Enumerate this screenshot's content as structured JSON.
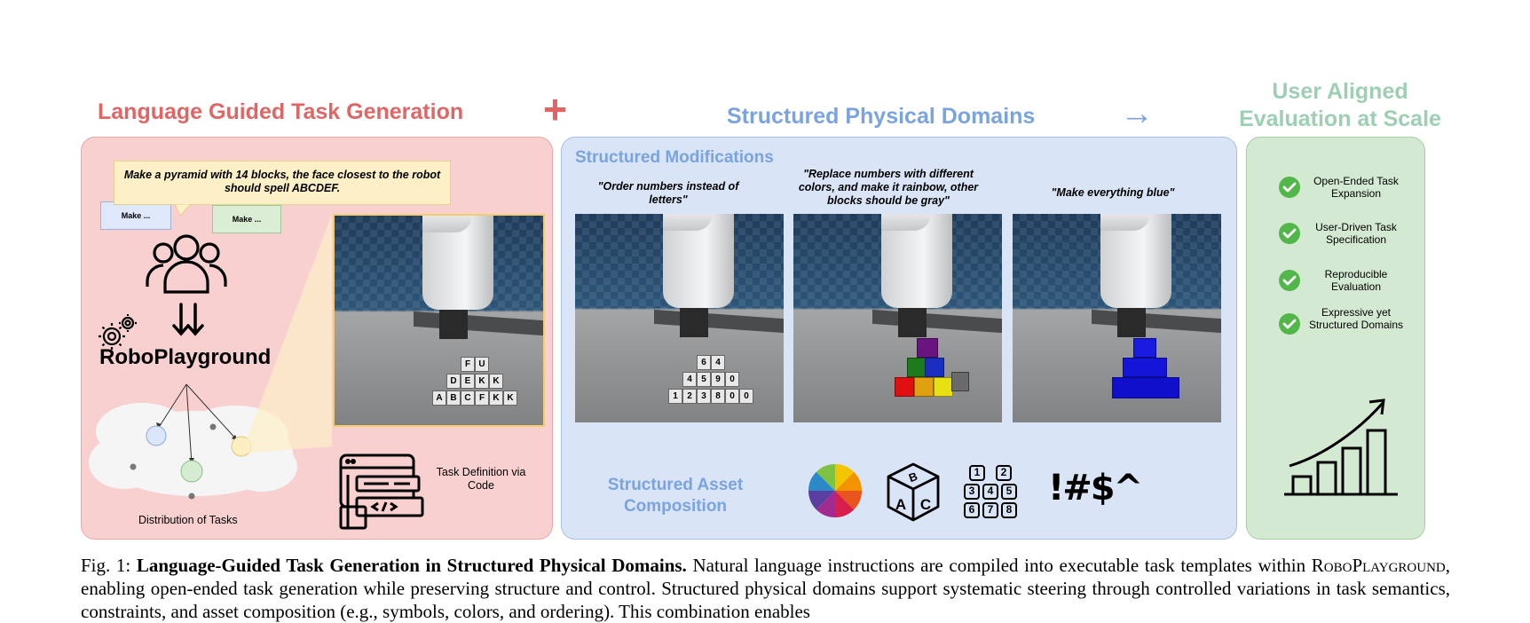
{
  "figure": {
    "titles": {
      "left": "Language Guided Task Generation",
      "plus": "+",
      "middle": "Structured Physical Domains",
      "arrow": "→",
      "right_line1": "User Aligned",
      "right_line2": "Evaluation at Scale"
    },
    "left_panel": {
      "prompt": "Make a pyramid with 14 blocks, the face closest to the robot should spell ABCDEF.",
      "bubble_left": "Make ...",
      "bubble_right": "Make ...",
      "brand": "RoboPlayground",
      "distribution_label": "Distribution of Tasks",
      "code_label": "Task Definition via Code",
      "pyramid_letters": [
        "F",
        "U",
        "D",
        "E",
        "K",
        "K",
        "A",
        "B",
        "C",
        "F",
        "K",
        "K"
      ]
    },
    "middle_panel": {
      "section_title": "Structured Modifications",
      "quotes": [
        "\"Order numbers instead of letters\"",
        "\"Replace numbers with different colors, and make it rainbow, other blocks should be gray\"",
        "\"Make everything blue\""
      ],
      "number_blocks": [
        "6",
        "4",
        "4",
        "5",
        "9",
        "0",
        "1",
        "2",
        "3",
        "8",
        "0",
        "0"
      ],
      "asset_title": "Structured Asset Composition",
      "asset_icons": [
        "color-wheel-icon",
        "abc-cube-icon",
        "number-grid-icon",
        "symbols-icon"
      ],
      "number_grid": [
        "1",
        "2",
        "3",
        "4",
        "5",
        "6",
        "7",
        "8"
      ],
      "symbols_text": "!#$^"
    },
    "right_panel": {
      "features": [
        "Open-Ended Task Expansion",
        "User-Driven Task Specification",
        "Reproducible Evaluation",
        "Expressive yet Structured Domains"
      ]
    },
    "colors": {
      "left_bg": "#f9d0d0",
      "middle_bg": "#d9e5f7",
      "right_bg": "#d4e9d2",
      "left_title": "#e06666",
      "middle_title": "#7ba3de",
      "right_title": "#9ccfb3",
      "check": "#52b64a"
    }
  },
  "caption": {
    "label": "Fig. 1:",
    "bold": "Language-Guided Task Generation in Structured Physical Domains.",
    "text1": "Natural language instructions are compiled into executable task templates within ",
    "name": "RoboPlayground",
    "text2": ", enabling open-ended task generation while preserving structure and control. Structured physical domains support systematic steering through controlled variations in task semantics, constraints, and asset composition (e.g., symbols, colors, and ordering). This combination enables"
  }
}
